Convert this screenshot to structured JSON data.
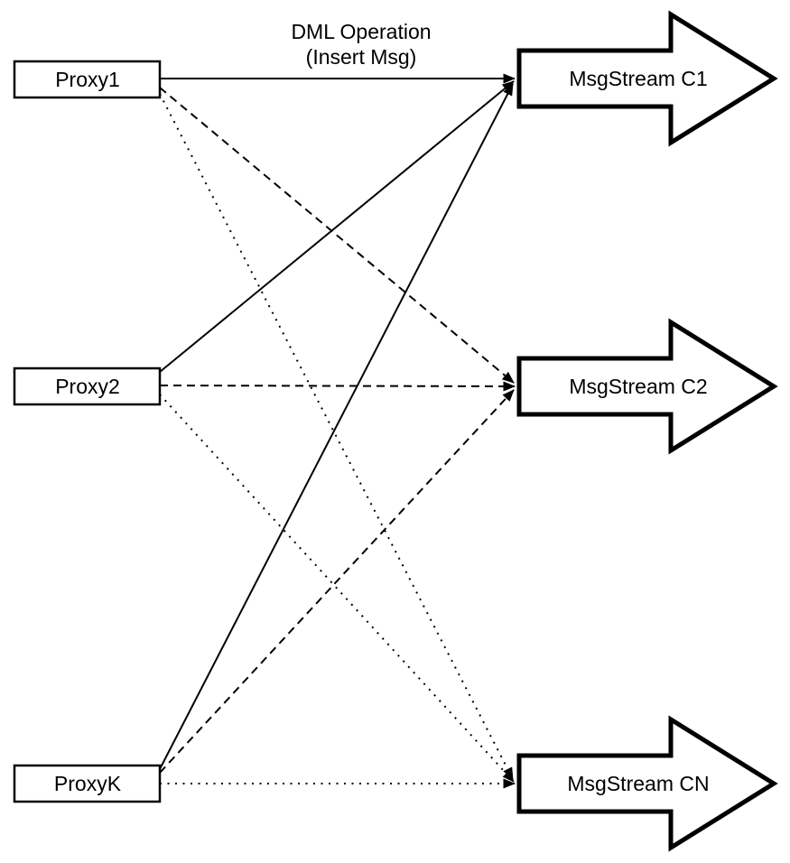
{
  "annotation": {
    "line1": "DML Operation",
    "line2": "(Insert Msg)"
  },
  "proxies": [
    {
      "label": "Proxy1"
    },
    {
      "label": "Proxy2"
    },
    {
      "label": "ProxyK"
    }
  ],
  "streams": [
    {
      "label": "MsgStream C1"
    },
    {
      "label": "MsgStream C2"
    },
    {
      "label": "MsgStream CN"
    }
  ],
  "edges": [
    {
      "from": "Proxy1",
      "to": "MsgStream C1",
      "style": "solid",
      "annotation": "DML Operation (Insert Msg)"
    },
    {
      "from": "Proxy2",
      "to": "MsgStream C1",
      "style": "solid"
    },
    {
      "from": "ProxyK",
      "to": "MsgStream C1",
      "style": "solid"
    },
    {
      "from": "Proxy1",
      "to": "MsgStream C2",
      "style": "dashed"
    },
    {
      "from": "Proxy2",
      "to": "MsgStream C2",
      "style": "dashed"
    },
    {
      "from": "ProxyK",
      "to": "MsgStream C2",
      "style": "dashed"
    },
    {
      "from": "Proxy1",
      "to": "MsgStream CN",
      "style": "dotted"
    },
    {
      "from": "Proxy2",
      "to": "MsgStream CN",
      "style": "dotted"
    },
    {
      "from": "ProxyK",
      "to": "MsgStream CN",
      "style": "dotted"
    }
  ],
  "colors": {
    "stroke": "#000000",
    "fill": "#ffffff",
    "background": "#ffffff"
  }
}
